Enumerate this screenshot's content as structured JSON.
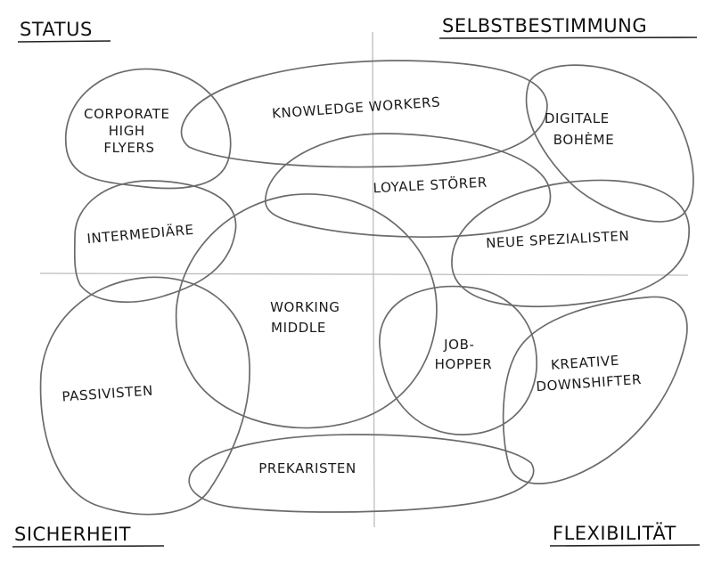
{
  "corners": {
    "top_left": "STATUS",
    "top_right": "SELBSTBESTIMMUNG",
    "bottom_left": "SICHERHEIT",
    "bottom_right": "FLEXIBILITÄT"
  },
  "groups": {
    "corporate_high_flyers": {
      "lines": [
        "CORPORATE",
        "HIGH",
        "FLYERS"
      ]
    },
    "knowledge_workers": {
      "lines": [
        "KNOWLEDGE WORKERS"
      ]
    },
    "digitale_boheme": {
      "lines": [
        "DIGITALE",
        "BOHÈME"
      ]
    },
    "loyale_stoerer": {
      "lines": [
        "LOYALE STÖRER"
      ]
    },
    "intermediaere": {
      "lines": [
        "INTERMEDIÄRE"
      ]
    },
    "neue_spezialisten": {
      "lines": [
        "NEUE SPEZIALISTEN"
      ]
    },
    "working_middle": {
      "lines": [
        "WORKING",
        "MIDDLE"
      ]
    },
    "job_hopper": {
      "lines": [
        "JOB-",
        "HOPPER"
      ]
    },
    "kreative_downshifter": {
      "lines": [
        "KREATIVE",
        "DOWNSHIFTER"
      ]
    },
    "passivisten": {
      "lines": [
        "PASSIVISTEN"
      ]
    },
    "prekaristen": {
      "lines": [
        "PREKARISTEN"
      ]
    }
  }
}
